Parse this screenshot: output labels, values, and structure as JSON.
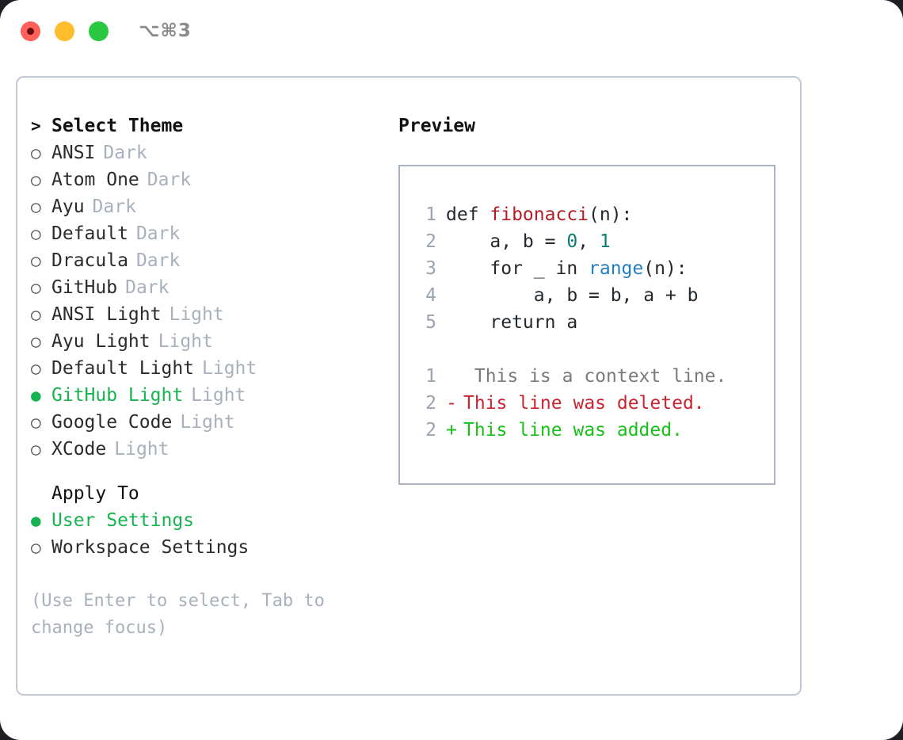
{
  "titlebar": {
    "shortcut": "⌥⌘3",
    "lights": [
      "close-red",
      "minimize-yellow",
      "maximize-green"
    ]
  },
  "theme_section": {
    "header": "Select Theme",
    "header_caret": ">",
    "items": [
      {
        "label": "ANSI",
        "tag": "Dark",
        "selected": false
      },
      {
        "label": "Atom One",
        "tag": "Dark",
        "selected": false
      },
      {
        "label": "Ayu",
        "tag": "Dark",
        "selected": false
      },
      {
        "label": "Default",
        "tag": "Dark",
        "selected": false
      },
      {
        "label": "Dracula",
        "tag": "Dark",
        "selected": false
      },
      {
        "label": "GitHub",
        "tag": "Dark",
        "selected": false
      },
      {
        "label": "ANSI Light",
        "tag": "Light",
        "selected": false
      },
      {
        "label": "Ayu Light",
        "tag": "Light",
        "selected": false
      },
      {
        "label": "Default Light",
        "tag": "Light",
        "selected": false
      },
      {
        "label": "GitHub Light",
        "tag": "Light",
        "selected": true
      },
      {
        "label": "Google Code",
        "tag": "Light",
        "selected": false
      },
      {
        "label": "XCode",
        "tag": "Light",
        "selected": false
      }
    ],
    "bullet_selected": "●",
    "bullet_unselected": "○"
  },
  "apply_section": {
    "header": "Apply To",
    "items": [
      {
        "label": "User Settings",
        "selected": true
      },
      {
        "label": "Workspace Settings",
        "selected": false
      }
    ]
  },
  "hint": "(Use Enter to select, Tab to change focus)",
  "preview": {
    "title": "Preview",
    "code_lines": [
      {
        "no": "1",
        "marker": "",
        "tokens": [
          {
            "t": "def ",
            "c": "tok-plain"
          },
          {
            "t": "fibonacci",
            "c": "tok-func"
          },
          {
            "t": "(n):",
            "c": "tok-plain"
          }
        ]
      },
      {
        "no": "2",
        "marker": "",
        "tokens": [
          {
            "t": "    a, b = ",
            "c": "tok-plain"
          },
          {
            "t": "0",
            "c": "tok-num"
          },
          {
            "t": ", ",
            "c": "tok-plain"
          },
          {
            "t": "1",
            "c": "tok-num"
          }
        ]
      },
      {
        "no": "3",
        "marker": "",
        "tokens": [
          {
            "t": "    for _ in ",
            "c": "tok-plain"
          },
          {
            "t": "range",
            "c": "tok-builtin"
          },
          {
            "t": "(n):",
            "c": "tok-plain"
          }
        ]
      },
      {
        "no": "4",
        "marker": "",
        "tokens": [
          {
            "t": "        a, b = b, a + b",
            "c": "tok-plain"
          }
        ]
      },
      {
        "no": "5",
        "marker": "",
        "tokens": [
          {
            "t": "    return a",
            "c": "tok-plain"
          }
        ]
      }
    ],
    "diff_lines": [
      {
        "no": "1",
        "marker": "",
        "text": " This is a context line.",
        "c": "diff-ctx"
      },
      {
        "no": "2",
        "marker": "-",
        "text": "This line was deleted.",
        "c": "diff-del"
      },
      {
        "no": "2",
        "marker": "+",
        "text": "This line was added.",
        "c": "diff-add"
      }
    ]
  },
  "colors": {
    "accent_green": "#17b351",
    "muted": "#a8b0bd",
    "border": "#c3c9d4",
    "preview_border": "#aab2c0",
    "diff_add": "#18c018",
    "diff_del": "#cb2431"
  }
}
